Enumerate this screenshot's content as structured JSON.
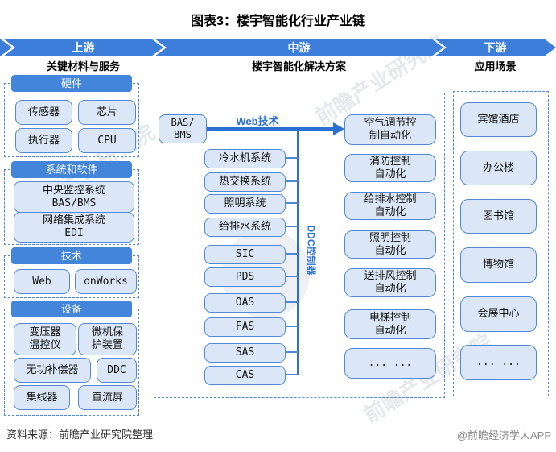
{
  "title": "图表3：楼宇智能化行业产业链",
  "banners": {
    "upstream": {
      "label": "上游",
      "subtitle": "关键材料与服务"
    },
    "midstream": {
      "label": "中游",
      "subtitle": "楼宇智能化解决方案"
    },
    "downstream": {
      "label": "下游",
      "subtitle": "应用场景"
    }
  },
  "upstream": {
    "sections": [
      {
        "header": "硬件",
        "items": [
          "传感器",
          "芯片",
          "执行器",
          "CPU"
        ]
      },
      {
        "header": "系统和软件",
        "items": [
          "中央监控系统\nBAS/BMS",
          "网络集成系统\nEDI"
        ]
      },
      {
        "header": "技术",
        "items": [
          "Web",
          "onWorks"
        ]
      },
      {
        "header": "设备",
        "items": [
          "变压器\n温控仪",
          "微机保\n护装置",
          "无功补偿器",
          "DDC",
          "集线器",
          "直流屏"
        ]
      }
    ]
  },
  "midstream": {
    "source_box": "BAS/\nBMS",
    "web_label": "Web技术",
    "ddc_label": "DDC控制器",
    "systems": [
      "冷水机系统",
      "热交换系统",
      "照明系统",
      "给排水系统",
      "SIC",
      "PDS",
      "OAS",
      "FAS",
      "SAS",
      "CAS"
    ],
    "automation": [
      "空气调节控\n制自动化",
      "消防控制\n自动化",
      "给排水控制\n自动化",
      "照明控制\n自动化",
      "送排风控制\n自动化",
      "电梯控制\n自动化",
      "... ..."
    ]
  },
  "downstream": {
    "scenes": [
      "宾馆酒店",
      "办公楼",
      "图书馆",
      "博物馆",
      "会展中心",
      "... ..."
    ]
  },
  "footer": {
    "source": "资料来源：前瞻产业研究院整理",
    "credit": "@前瞻经济学人APP"
  },
  "watermark": {
    "text": "前瞻产业研究院"
  },
  "colors": {
    "banner_blue": "#3d7edb",
    "chip_blue": "#4285db",
    "box_fill": "#dbe7f6",
    "box_border": "#5189d9",
    "line_blue": "#2b71d3"
  }
}
